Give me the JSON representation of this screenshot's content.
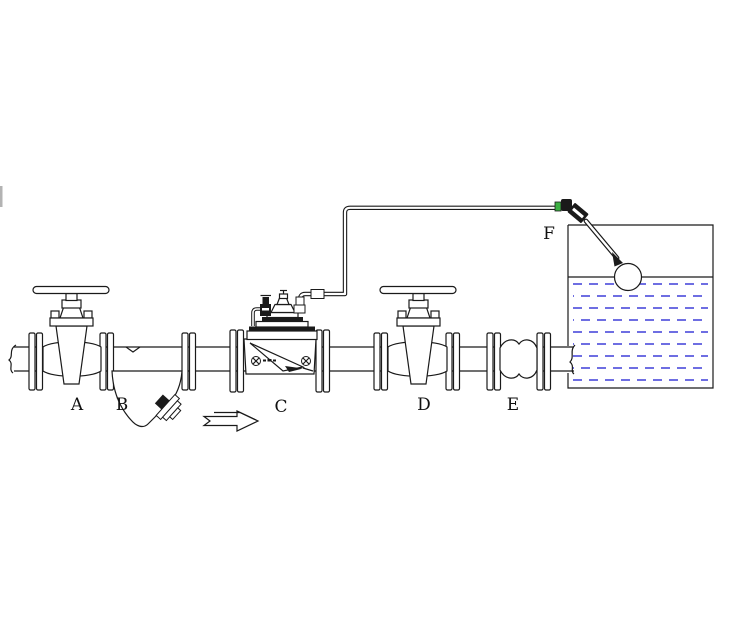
{
  "labels": {
    "a": "A",
    "b": "B",
    "c": "C",
    "d": "D",
    "e": "E",
    "f": "F"
  },
  "components": {
    "a": "gate-valve",
    "b": "y-strainer",
    "c": "pilot-operated-control-valve",
    "d": "gate-valve",
    "e": "flexible-coupling",
    "f": "float-valve-on-tank"
  },
  "colors": {
    "background": "#ffffff",
    "line": "#1a1a1a",
    "water_dash": "#3f3fd8",
    "fitting_green": "#3cb043"
  }
}
